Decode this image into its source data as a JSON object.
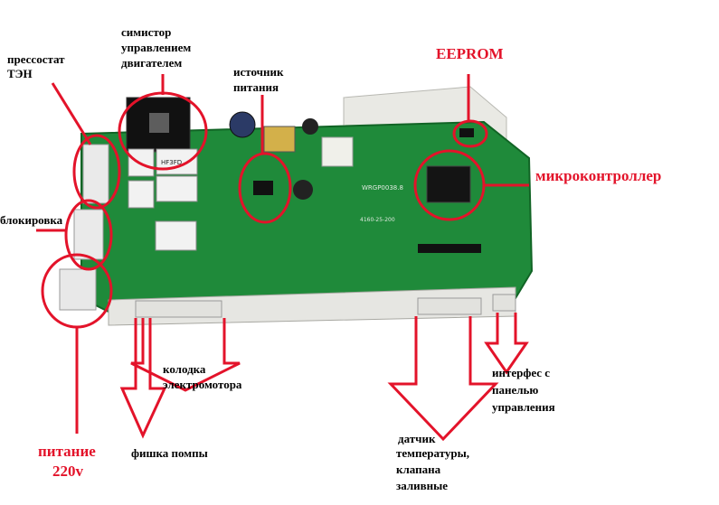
{
  "annotations": {
    "pressostat": "прессостат",
    "ten": "ТЭН",
    "simistor_line1": "симистор",
    "simistor_line2": "управлением",
    "simistor_line3": "двигателем",
    "power_source_line1": "источник",
    "power_source_line2": "питания",
    "eeprom": "EEPROM",
    "microcontroller": "микроконтроллер",
    "lock": "блокировка",
    "power_220_line1": "питание",
    "power_220_line2": "220v",
    "motor_block_line1": "колодка",
    "motor_block_line2": "электромотора",
    "pump_plug": "фишка помпы",
    "interface_line1": "интерфес с",
    "interface_line2": "панелью",
    "interface_line3": "управления",
    "sensor_line1": "датчик",
    "sensor_line2": "температуры,",
    "sensor_line3": "клапана",
    "sensor_line4": "заливные"
  },
  "board_markings": {
    "model": "WRGP0038.8",
    "code": "4160-25-200",
    "relay": "HF3FD"
  },
  "colors": {
    "annotation_red": "#e3132a",
    "board_green": "#1f8a3a",
    "text_black": "#000000"
  }
}
